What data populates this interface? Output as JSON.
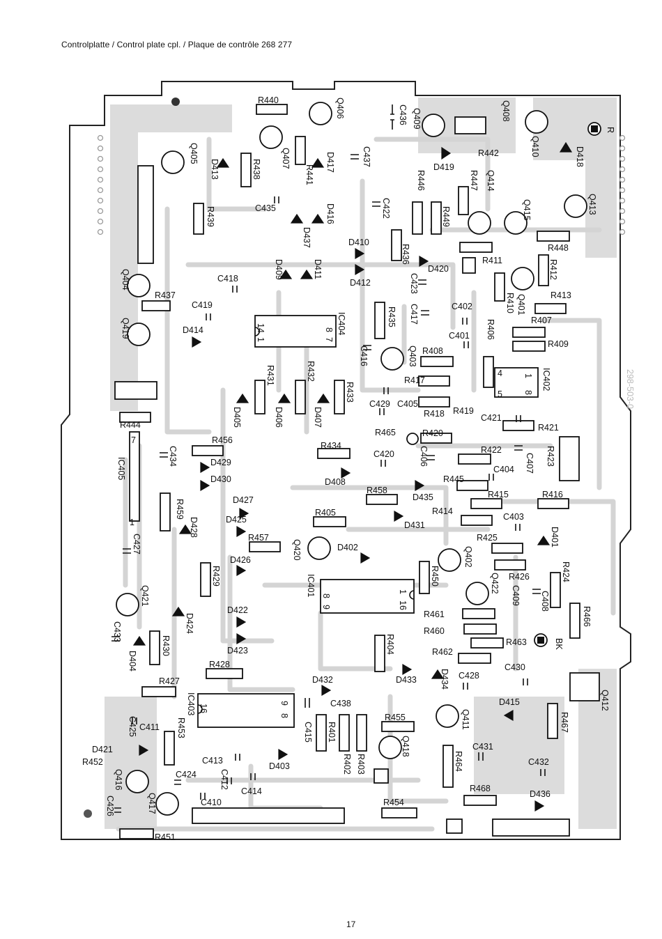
{
  "caption": "Controlplatte / Control plate cpl. / Plaque de contrôle 268 277",
  "page_number": "17",
  "side_code": "298-503-0",
  "markers": {
    "r": "R",
    "bk": "BK"
  },
  "ics": {
    "ic401": "IC401",
    "ic402": "IC402",
    "ic403": "IC403",
    "ic404": "IC404",
    "ic405": "IC405"
  },
  "ic_pins": {
    "p1": "1",
    "p4": "4",
    "p5": "5",
    "p7": "7",
    "p8": "8",
    "p9": "9",
    "p14": "14",
    "p16": "16"
  },
  "transistors": {
    "q401": "Q401",
    "q402": "Q402",
    "q403": "Q403",
    "q404": "Q404",
    "q405": "Q405",
    "q406": "Q406",
    "q407": "Q407",
    "q408": "Q408",
    "q409": "Q409",
    "q410": "Q410",
    "q411": "Q411",
    "q412": "Q412",
    "q413": "Q413",
    "q414": "Q414",
    "q415": "Q415",
    "q416": "Q416",
    "q417": "Q417",
    "q418": "Q418",
    "q419": "Q419",
    "q420": "Q420",
    "q421": "Q421",
    "q422": "Q422"
  },
  "resistors": {
    "r401": "R401",
    "r402": "R402",
    "r403": "R403",
    "r404": "R404",
    "r405": "R405",
    "r406": "R406",
    "r407": "R407",
    "r408": "R408",
    "r409": "R409",
    "r410": "R410",
    "r411": "R411",
    "r412": "R412",
    "r413": "R413",
    "r414": "R414",
    "r415": "R415",
    "r416": "R416",
    "r417": "R417",
    "r418": "R418",
    "r419": "R419",
    "r420": "R420",
    "r421": "R421",
    "r422": "R422",
    "r423": "R423",
    "r424": "R424",
    "r425": "R425",
    "r426": "R426",
    "r427": "R427",
    "r428": "R428",
    "r429": "R429",
    "r430": "R430",
    "r431": "R431",
    "r432": "R432",
    "r433": "R433",
    "r434": "R434",
    "r435": "R435",
    "r436": "R436",
    "r437": "R437",
    "r438": "R438",
    "r439": "R439",
    "r440": "R440",
    "r441": "R441",
    "r442": "R442",
    "r445": "R445",
    "r446": "R446",
    "r447": "R447",
    "r448": "R448",
    "r449": "R449",
    "r450": "R450",
    "r451": "R451",
    "r452": "R452",
    "r453": "R453",
    "r454": "R454",
    "r455": "R455",
    "r456": "R456",
    "r457": "R457",
    "r458": "R458",
    "r459": "R459",
    "r460": "R460",
    "r461": "R461",
    "r462": "R462",
    "r463": "R463",
    "r464": "R464",
    "r465": "R465",
    "r466": "R466",
    "r467": "R467",
    "r468": "R468",
    "r444": "R444"
  },
  "capacitors": {
    "c401": "C401",
    "c402": "C402",
    "c403": "C403",
    "c404": "C404",
    "c405": "C405",
    "c406": "C406",
    "c407": "C407",
    "c408": "C408",
    "c409": "C409",
    "c410": "C410",
    "c411": "C411",
    "c412": "C412",
    "c413": "C413",
    "c414": "C414",
    "c415": "C415",
    "c416": "C416",
    "c417": "C417",
    "c418": "C418",
    "c419": "C419",
    "c420": "C420",
    "c421": "C421",
    "c422": "C422",
    "c423": "C423",
    "c424": "C424",
    "c425": "C425",
    "c426": "C426",
    "c427": "C427",
    "c428": "C428",
    "c429": "C429",
    "c430": "C430",
    "c431": "C431",
    "c432": "C432",
    "c433": "C433",
    "c434": "C434",
    "c435": "C435",
    "c436": "C436",
    "c437": "C437",
    "c438": "C438"
  },
  "diodes": {
    "d401": "D401",
    "d402": "D402",
    "d403": "D403",
    "d404": "D404",
    "d405": "D405",
    "d406": "D406",
    "d407": "D407",
    "d408": "D408",
    "d409": "D409",
    "d410": "D410",
    "d411": "D411",
    "d412": "D412",
    "d413": "D413",
    "d414": "D414",
    "d415": "D415",
    "d416": "D416",
    "d417": "D417",
    "d418": "D418",
    "d419": "D419",
    "d420": "D420",
    "d421": "D421",
    "d422": "D422",
    "d423": "D423",
    "d424": "D424",
    "d425": "D425",
    "d426": "D426",
    "d427": "D427",
    "d428": "D428",
    "d429": "D429",
    "d430": "D430",
    "d431": "D431",
    "d432": "D432",
    "d433": "D433",
    "d434": "D434",
    "d435": "D435",
    "d436": "D436",
    "d437": "D437"
  }
}
